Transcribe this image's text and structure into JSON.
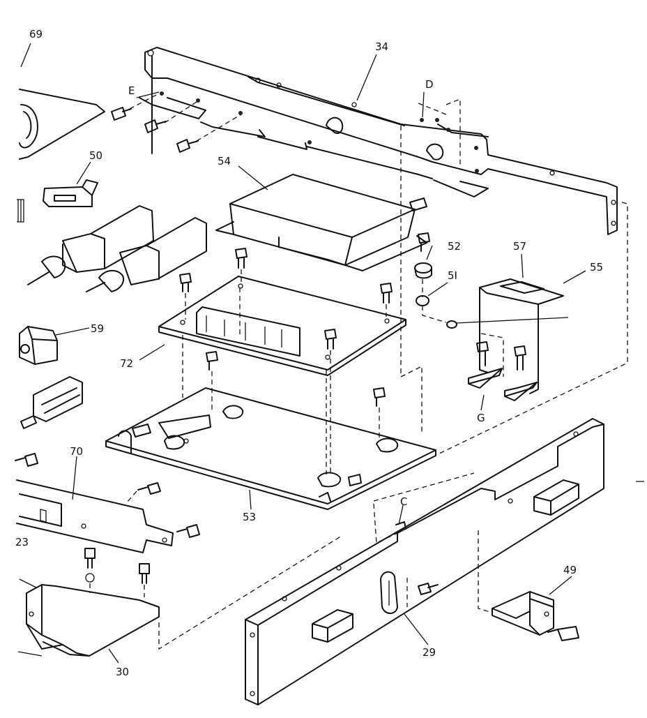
{
  "callouts": {
    "c69": "69",
    "c34": "34",
    "cE": "E",
    "cD": "D",
    "c50": "50",
    "c54": "54",
    "c52": "52",
    "c57": "57",
    "c55": "55",
    "c51": "5I",
    "c59": "59",
    "c72": "72",
    "cG": "G",
    "c70": "70",
    "c53": "53",
    "cC": "C",
    "c23": "23",
    "c49": "49",
    "c29": "29",
    "c30": "30"
  }
}
